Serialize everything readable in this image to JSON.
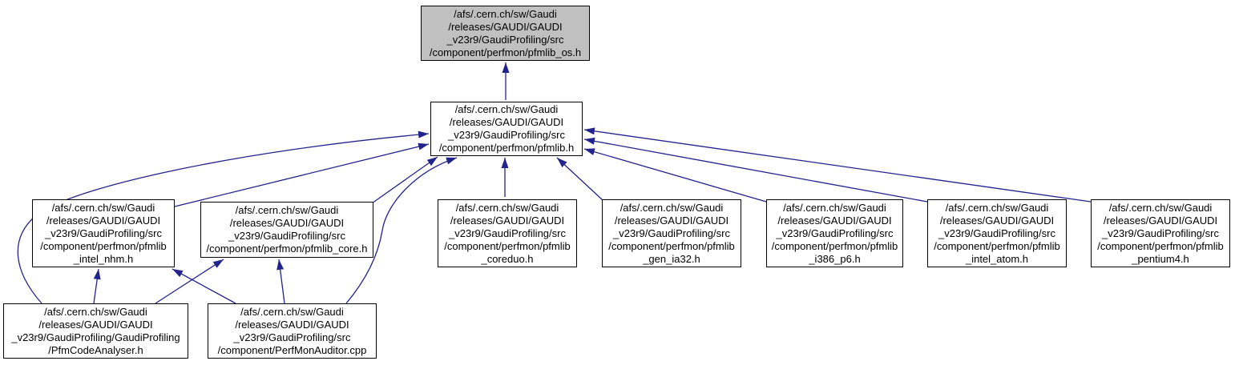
{
  "diagram": {
    "kind": "include-dependency-graph",
    "nodes": {
      "pfmlib_os_h": {
        "label": "/afs/.cern.ch/sw/Gaudi\n/releases/GAUDI/GAUDI\n_v23r9/GaudiProfiling/src\n/component/perfmon/pfmlib_os.h",
        "highlighted": true
      },
      "pfmlib_h": {
        "label": "/afs/.cern.ch/sw/Gaudi\n/releases/GAUDI/GAUDI\n_v23r9/GaudiProfiling/src\n/component/perfmon/pfmlib.h",
        "highlighted": false
      },
      "pfmlib_intel_nhm_h": {
        "label": "/afs/.cern.ch/sw/Gaudi\n/releases/GAUDI/GAUDI\n_v23r9/GaudiProfiling/src\n/component/perfmon/pfmlib\n_intel_nhm.h",
        "highlighted": false
      },
      "pfmlib_core_h": {
        "label": "/afs/.cern.ch/sw/Gaudi\n/releases/GAUDI/GAUDI\n_v23r9/GaudiProfiling/src\n/component/perfmon/pfmlib_core.h",
        "highlighted": false
      },
      "pfmlib_coreduo_h": {
        "label": "/afs/.cern.ch/sw/Gaudi\n/releases/GAUDI/GAUDI\n_v23r9/GaudiProfiling/src\n/component/perfmon/pfmlib\n_coreduo.h",
        "highlighted": false
      },
      "pfmlib_gen_ia32_h": {
        "label": "/afs/.cern.ch/sw/Gaudi\n/releases/GAUDI/GAUDI\n_v23r9/GaudiProfiling/src\n/component/perfmon/pfmlib\n_gen_ia32.h",
        "highlighted": false
      },
      "pfmlib_i386_p6_h": {
        "label": "/afs/.cern.ch/sw/Gaudi\n/releases/GAUDI/GAUDI\n_v23r9/GaudiProfiling/src\n/component/perfmon/pfmlib\n_i386_p6.h",
        "highlighted": false
      },
      "pfmlib_intel_atom_h": {
        "label": "/afs/.cern.ch/sw/Gaudi\n/releases/GAUDI/GAUDI\n_v23r9/GaudiProfiling/src\n/component/perfmon/pfmlib\n_intel_atom.h",
        "highlighted": false
      },
      "pfmlib_pentium4_h": {
        "label": "/afs/.cern.ch/sw/Gaudi\n/releases/GAUDI/GAUDI\n_v23r9/GaudiProfiling/src\n/component/perfmon/pfmlib\n_pentium4.h",
        "highlighted": false
      },
      "pfm_code_analyser_h": {
        "label": "/afs/.cern.ch/sw/Gaudi\n/releases/GAUDI/GAUDI\n_v23r9/GaudiProfiling/GaudiProfiling\n/PfmCodeAnalyser.h",
        "highlighted": false
      },
      "perf_mon_auditor_cpp": {
        "label": "/afs/.cern.ch/sw/Gaudi\n/releases/GAUDI/GAUDI\n_v23r9/GaudiProfiling/src\n/component/PerfMonAuditor.cpp",
        "highlighted": false
      }
    },
    "edges": [
      {
        "from": "pfmlib_h",
        "to": "pfmlib_os_h"
      },
      {
        "from": "pfm_code_analyser_h",
        "to": "pfmlib_h"
      },
      {
        "from": "pfmlib_intel_nhm_h",
        "to": "pfmlib_h"
      },
      {
        "from": "pfmlib_core_h",
        "to": "pfmlib_h"
      },
      {
        "from": "perf_mon_auditor_cpp",
        "to": "pfmlib_h"
      },
      {
        "from": "pfmlib_coreduo_h",
        "to": "pfmlib_h"
      },
      {
        "from": "pfmlib_gen_ia32_h",
        "to": "pfmlib_h"
      },
      {
        "from": "pfmlib_i386_p6_h",
        "to": "pfmlib_h"
      },
      {
        "from": "pfmlib_intel_atom_h",
        "to": "pfmlib_h"
      },
      {
        "from": "pfmlib_pentium4_h",
        "to": "pfmlib_h"
      },
      {
        "from": "pfm_code_analyser_h",
        "to": "pfmlib_intel_nhm_h"
      },
      {
        "from": "perf_mon_auditor_cpp",
        "to": "pfmlib_intel_nhm_h"
      },
      {
        "from": "pfm_code_analyser_h",
        "to": "pfmlib_core_h"
      },
      {
        "from": "perf_mon_auditor_cpp",
        "to": "pfmlib_core_h"
      }
    ]
  },
  "colors": {
    "edge": "#23238c",
    "node_fill": "#ffffff",
    "current_node_fill": "#c0c0c0",
    "node_border": "#000000",
    "text": "#000000",
    "background": "#ffffff"
  }
}
